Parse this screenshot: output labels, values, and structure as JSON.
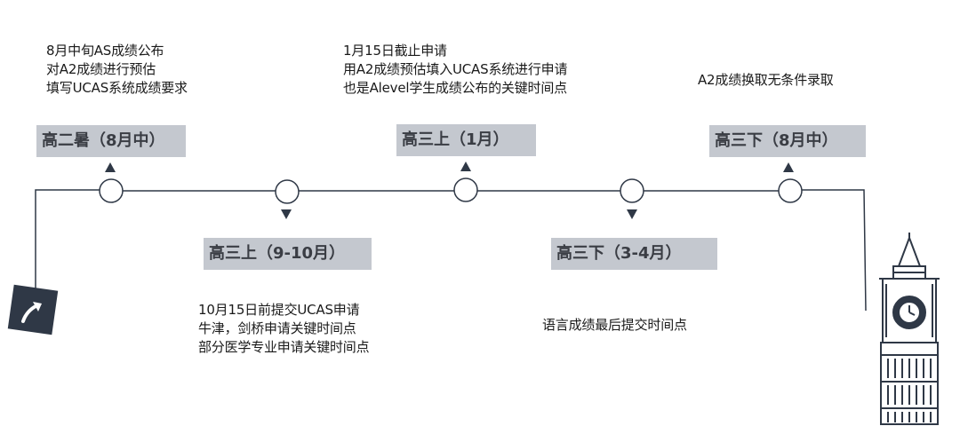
{
  "nodes": [
    {
      "tag": "高二暑（8月中）",
      "note": "8月中旬AS成绩公布\n对A2成绩进行预估\n填写UCAS系统成绩要求"
    },
    {
      "tag": "高三上（9-10月）",
      "note": "10月15日前提交UCAS申请\n牛津，剑桥申请关键时间点\n部分医学专业申请关键时间点"
    },
    {
      "tag": "高三上（1月）",
      "note": "1月15日截止申请\n用A2成绩预估填入UCAS系统进行申请\n也是Alevel学生成绩公布的关键时间点"
    },
    {
      "tag": "高三下（3-4月）",
      "note": "语言成绩最后提交时间点"
    },
    {
      "tag": "高三下（8月中）",
      "note": "A2成绩换取无条件录取"
    }
  ],
  "colors": {
    "line": "#2f3846",
    "tag_bg": "#c4c8cf",
    "tag_text": "#3a3d44"
  },
  "icons": [
    "arrow-up-right-icon",
    "big-ben-icon"
  ]
}
